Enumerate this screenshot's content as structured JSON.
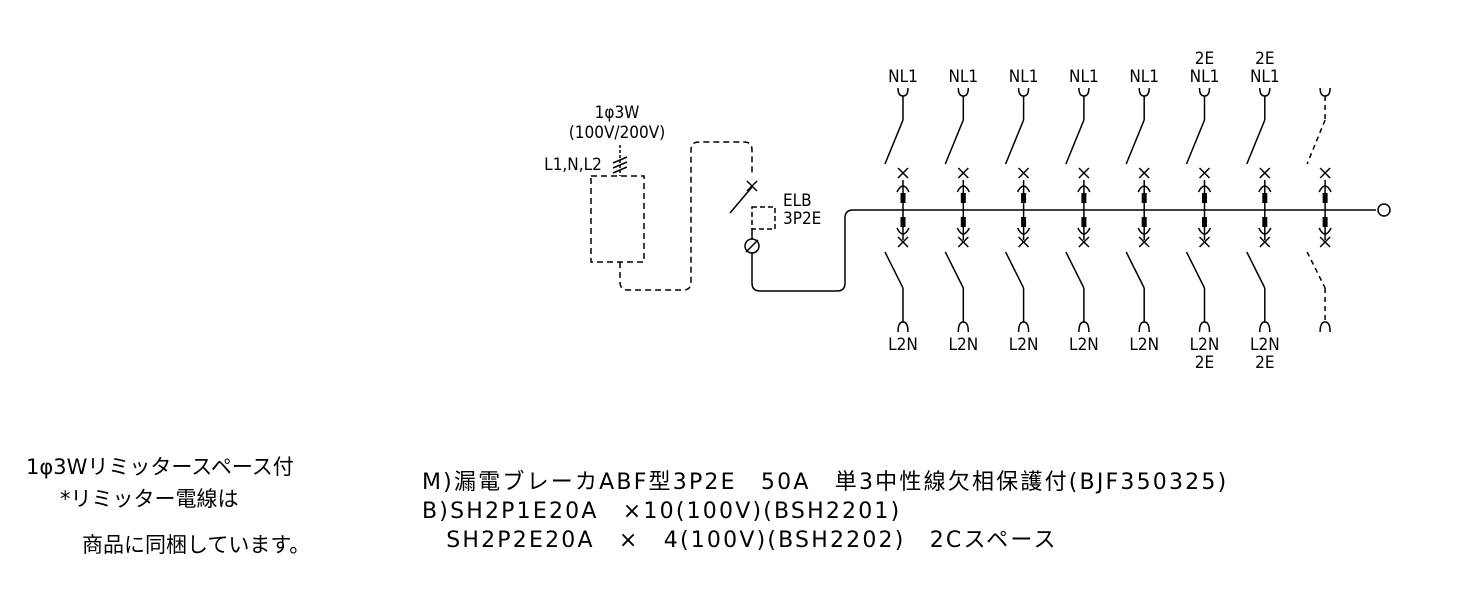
{
  "supply": {
    "phase": "1φ3W",
    "voltage": "(100V/200V)",
    "lines": "L1,N,L2"
  },
  "main_breaker": {
    "type": "ELB",
    "poles": "3P2E"
  },
  "branches": [
    {
      "top": [
        "NL1"
      ],
      "bottom": [
        "L2N"
      ],
      "spare": false
    },
    {
      "top": [
        "NL1"
      ],
      "bottom": [
        "L2N"
      ],
      "spare": false
    },
    {
      "top": [
        "NL1"
      ],
      "bottom": [
        "L2N"
      ],
      "spare": false
    },
    {
      "top": [
        "NL1"
      ],
      "bottom": [
        "L2N"
      ],
      "spare": false
    },
    {
      "top": [
        "NL1"
      ],
      "bottom": [
        "L2N"
      ],
      "spare": false
    },
    {
      "top": [
        "2E",
        "NL1"
      ],
      "bottom": [
        "L2N",
        "2E"
      ],
      "spare": false
    },
    {
      "top": [
        "2E",
        "NL1"
      ],
      "bottom": [
        "L2N",
        "2E"
      ],
      "spare": false
    },
    {
      "top": [],
      "bottom": [],
      "spare": true
    }
  ],
  "notes": {
    "line1": "1φ3Wリミッタースペース付",
    "line2": "*リミッター電線は",
    "line3": "商品に同梱しています。"
  },
  "specs": {
    "main": "M)漏電ブレーカABF型3P2E　50A　単3中性線欠相保護付(BJF350325)",
    "branch1": "B)SH2P1E20A　×10(100V)(BSH2201)",
    "branch2": "　SH2P2E20A　×　4(100V)(BSH2202)　2Cスペース"
  }
}
